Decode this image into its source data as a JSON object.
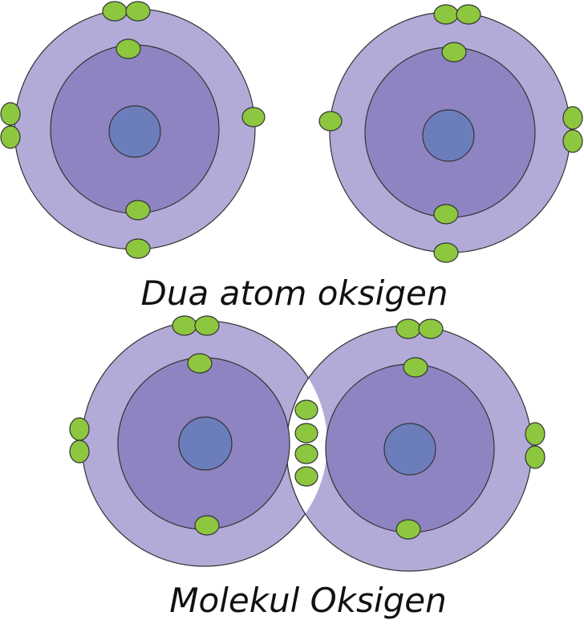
{
  "captions": {
    "top": "Dua atom oksigen",
    "bottom": "Molekul Oksigen"
  },
  "colors": {
    "outer_shell": "#b2abd8",
    "inner_shell": "#8f84c2",
    "nucleus": "#6b7dbb",
    "electron": "#8dc63f",
    "outline": "#333333"
  },
  "diagrams": [
    {
      "label_key": "top",
      "atoms": 2,
      "bonded": false,
      "electrons_per_atom": 8,
      "shared_electrons": 0
    },
    {
      "label_key": "bottom",
      "atoms": 2,
      "bonded": true,
      "electrons_per_atom": 8,
      "shared_electrons": 4
    }
  ]
}
